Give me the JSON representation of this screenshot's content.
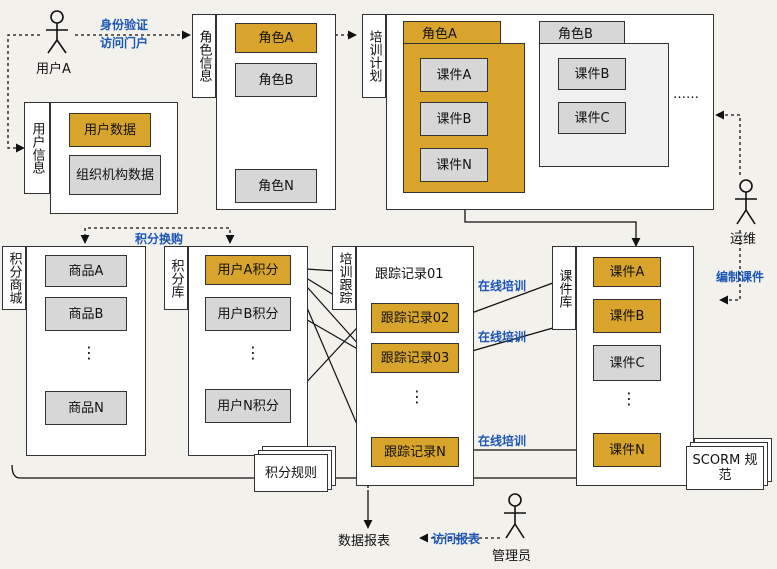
{
  "actors": {
    "user": "用户A",
    "ops": "运维",
    "admin": "管理员"
  },
  "flows": {
    "auth": "身份验证",
    "portal": "访问门户",
    "points_exchange": "积分换购",
    "online_training_1": "在线培训",
    "online_training_2": "在线培训",
    "online_training_3": "在线培训",
    "edit_course": "编制课件",
    "visit_report": "访问报表",
    "data_report": "数据报表"
  },
  "user_info": {
    "title": "用户信息",
    "items": [
      "用户数据",
      "组织机构数据"
    ]
  },
  "role_info": {
    "title": "角色信息",
    "roles": [
      "角色A",
      "角色B",
      "角色N"
    ]
  },
  "training_plan": {
    "title": "培训计划",
    "role_a": {
      "title": "角色A",
      "courses": [
        "课件A",
        "课件B",
        "课件N"
      ]
    },
    "role_b": {
      "title": "角色B",
      "courses": [
        "课件B",
        "课件C"
      ]
    },
    "dots": "……"
  },
  "points_mall": {
    "title": "积分商城",
    "items": [
      "商品A",
      "商品B",
      "商品N"
    ],
    "dots": "⋮"
  },
  "points_lib": {
    "title": "积分库",
    "items": [
      "用户A积分",
      "用户B积分",
      "用户N积分"
    ],
    "dots": "⋮",
    "rules": "积分规则"
  },
  "tracking": {
    "title": "培训跟踪",
    "records": [
      "跟踪记录01",
      "跟踪记录02",
      "跟踪记录03",
      "跟踪记录N"
    ],
    "dots": "⋮"
  },
  "course_lib": {
    "title": "课件库",
    "courses": [
      "课件A",
      "课件B",
      "课件C",
      "课件N"
    ],
    "dots": "⋮",
    "scorm": "SCORM 规范"
  },
  "colors": {
    "gold": "#d9a42b",
    "grey": "#d7d7d7",
    "label_blue": "#1a56b8"
  }
}
